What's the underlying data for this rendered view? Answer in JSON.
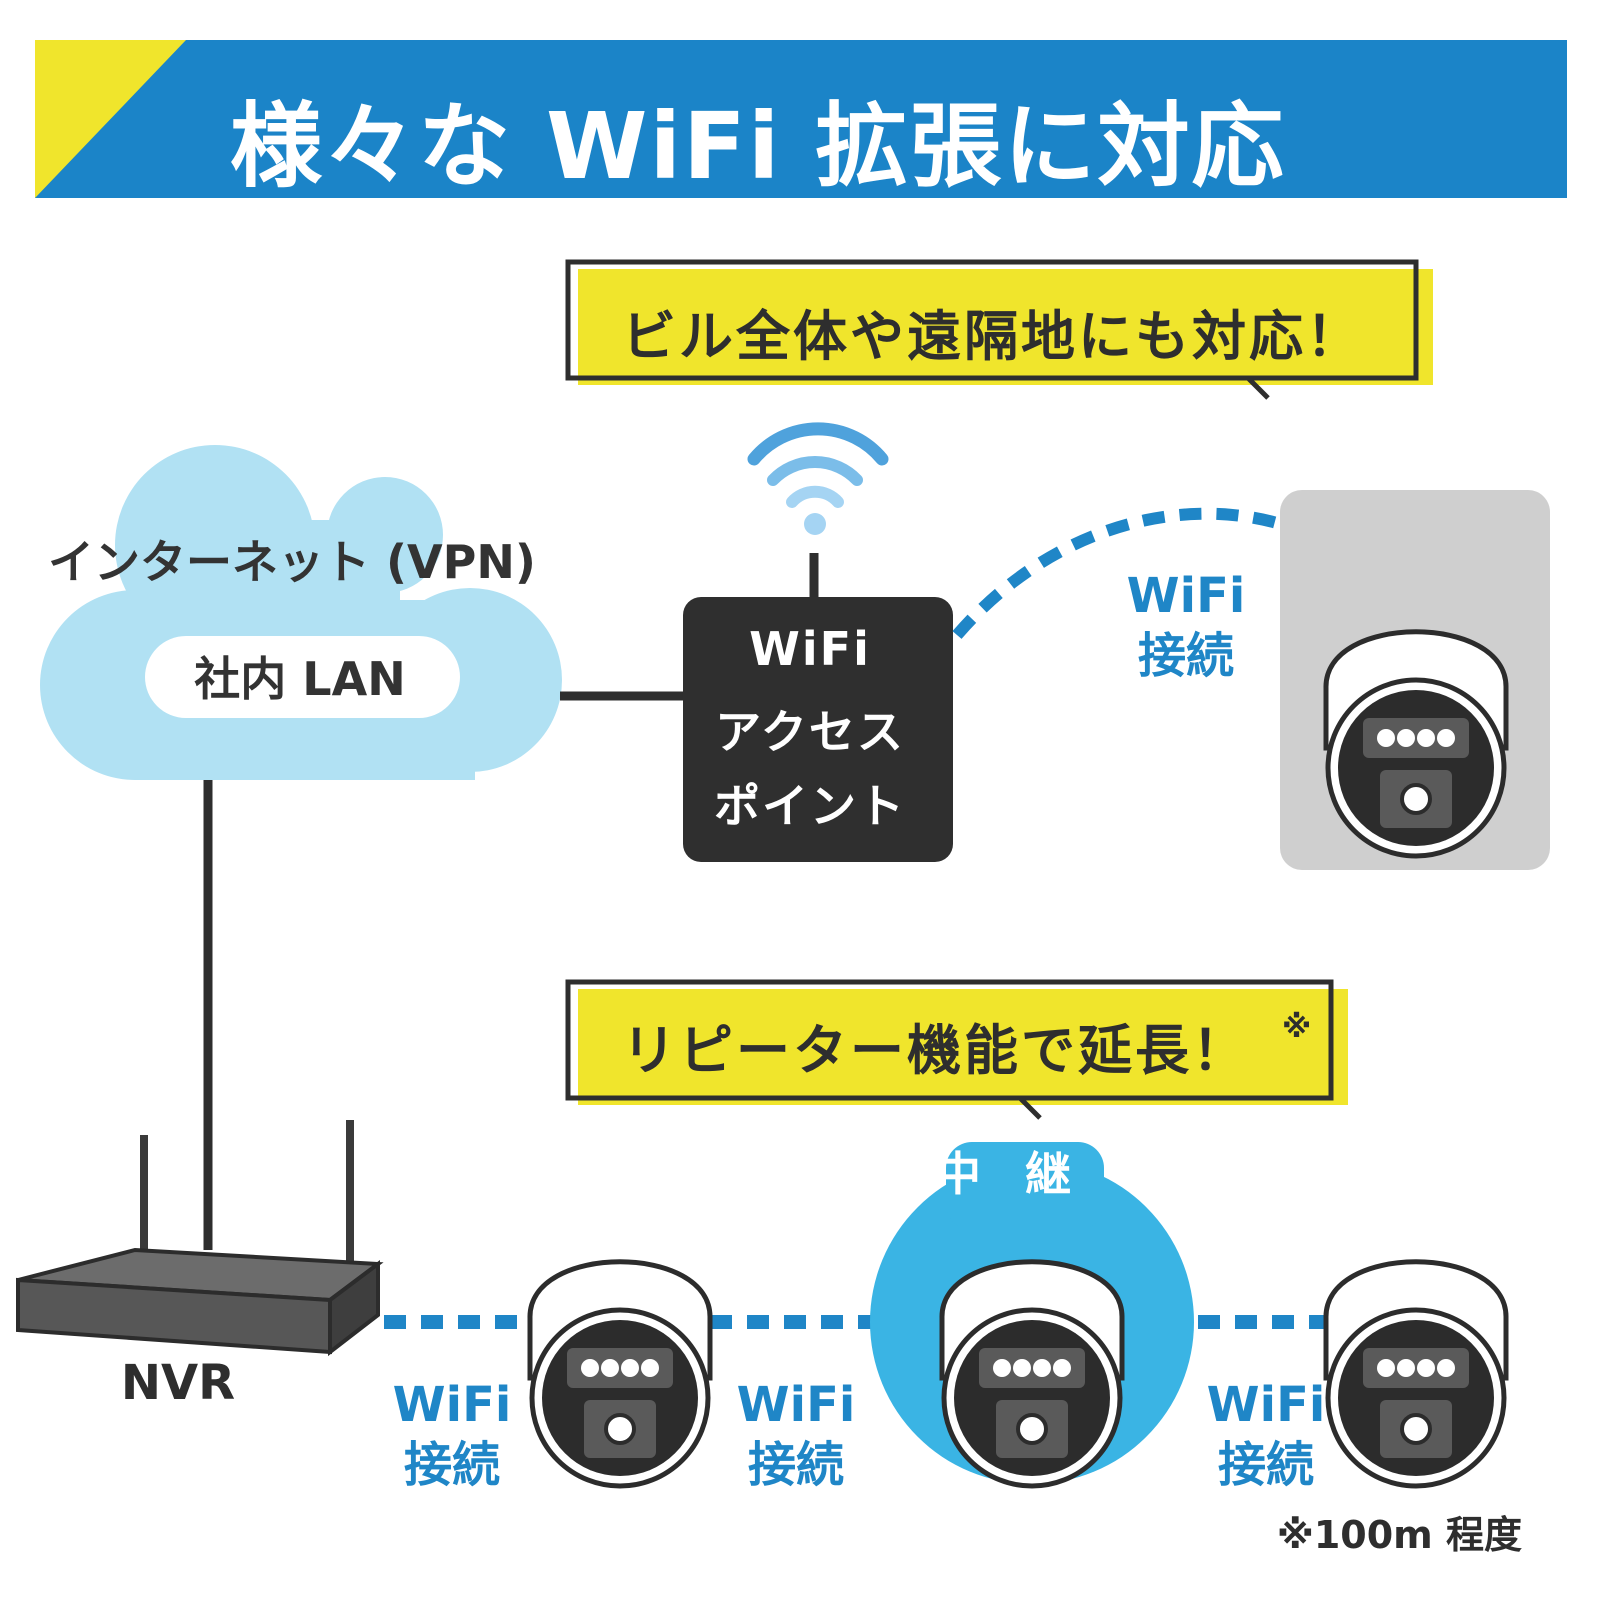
{
  "header": {
    "title": "様々な WiFi 拡張に対応",
    "band_color": "#1b84c8",
    "accent_color": "#f0e52c"
  },
  "callouts": {
    "top": "ビル全体や遠隔地にも対応！",
    "bottom": "リピーター機能で延長！",
    "bottom_mark": "※"
  },
  "cloud": {
    "label": "インターネット (VPN)",
    "lan_label": "社内 LAN",
    "color": "#b1e1f3"
  },
  "access_point": {
    "lines": [
      "WiFi",
      "アクセス",
      "ポイント"
    ],
    "color": "#2f2f2f",
    "signal_colors": [
      "#4fa2dc",
      "#7bbde9",
      "#a5d4f3"
    ]
  },
  "connections": {
    "remote": {
      "line1": "WiFi",
      "line2": "接続"
    },
    "chain": [
      {
        "line1": "WiFi",
        "line2": "接続"
      },
      {
        "line1": "WiFi",
        "line2": "接続"
      },
      {
        "line1": "WiFi",
        "line2": "接続"
      }
    ],
    "link_color": "#1f86c7"
  },
  "relay": {
    "label": "中 継",
    "color": "#3ab4e4"
  },
  "nvr": {
    "label": "NVR"
  },
  "cameras": [
    {
      "role": "remote"
    },
    {
      "role": "chain-1"
    },
    {
      "role": "chain-relay"
    },
    {
      "role": "chain-end"
    }
  ],
  "footnote": "※100m 程度"
}
